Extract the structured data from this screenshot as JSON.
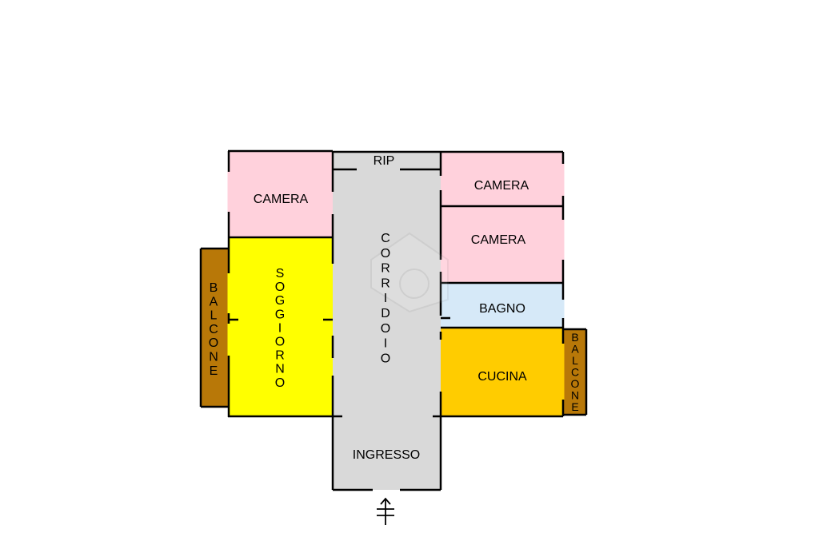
{
  "colors": {
    "camera": "#ffd1dc",
    "corridor": "#d9d9d9",
    "soggiorno": "#ffff00",
    "bagno": "#d6e9f8",
    "cucina": "#ffcc00",
    "balcone": "#b87808",
    "wall": "#000000"
  },
  "rooms": {
    "camera_left": "CAMERA",
    "camera_right_top": "CAMERA",
    "camera_right_mid": "CAMERA",
    "rip": "RIP",
    "corridoio": "CORRIDOIO",
    "soggiorno": "SOGGIORNO",
    "bagno": "BAGNO",
    "cucina": "CUCINA",
    "ingresso": "INGRESSO",
    "balcone_left": "BALCONE",
    "balcone_right": "BALCONE"
  },
  "icons": {
    "entrance": "entrance-arrow-icon",
    "watermark": "watermark-logo-icon"
  }
}
